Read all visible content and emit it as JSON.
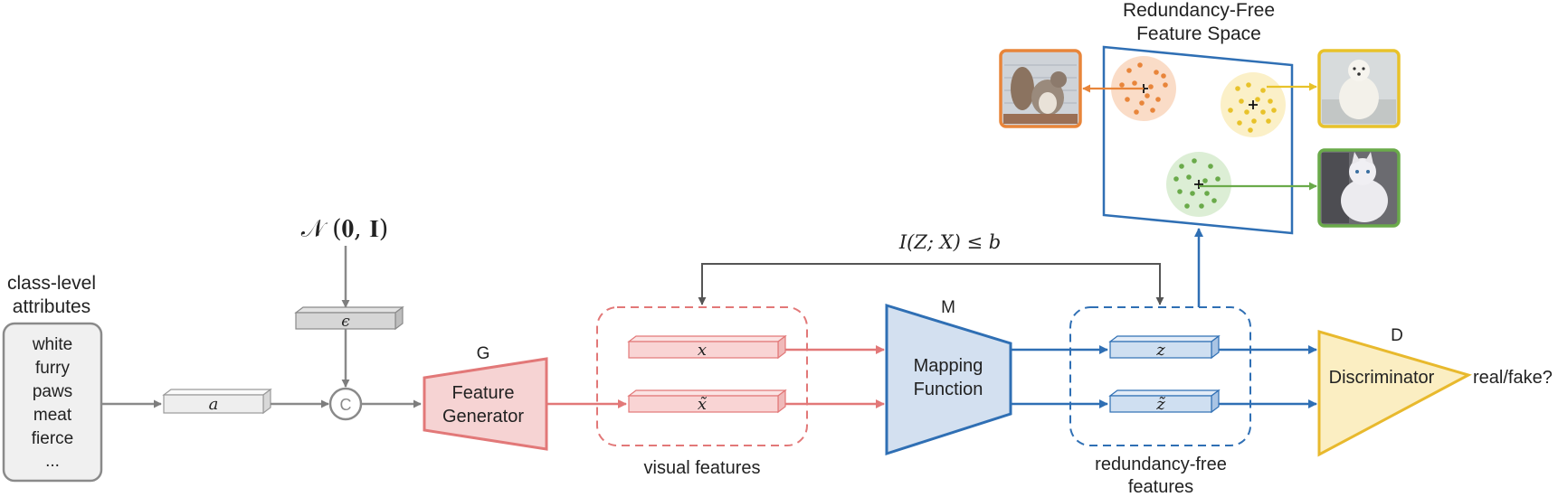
{
  "attributes": {
    "title_line1": "class-level",
    "title_line2": "attributes",
    "items": [
      "white",
      "furry",
      "paws",
      "meat",
      "fierce",
      "..."
    ]
  },
  "vector_a": "a",
  "noise": {
    "distribution": "𝒩 (𝟎, 𝐈)",
    "epsilon": "ϵ"
  },
  "concat_symbol": "C",
  "generator": {
    "letter": "G",
    "line1": "Feature",
    "line2": "Generator"
  },
  "visual_features": {
    "x": "x",
    "x_tilde": "x̃",
    "caption": "visual features"
  },
  "mapping": {
    "letter": "M",
    "line1": "Mapping",
    "line2": "Function"
  },
  "bottleneck_label": "I(Z; X) ≤ b",
  "redundancy_free": {
    "z": "z",
    "z_tilde": "z̃",
    "caption_line1": "redundancy-free",
    "caption_line2": "features"
  },
  "feature_space": {
    "title_line1": "Redundancy-Free",
    "title_line2": "Feature Space"
  },
  "discriminator": {
    "letter": "D",
    "label": "Discriminator",
    "output": "real/fake?"
  },
  "class_images": [
    "squirrel-image",
    "polar-bear-image",
    "cat-image"
  ],
  "colors": {
    "gray_arrow": "#8a8a8a",
    "generator_fill": "#f6d3d3",
    "generator_stroke": "#e27878",
    "mapping_fill": "#d3e0f0",
    "mapping_stroke": "#2f6fb4",
    "discriminator_fill": "#fbeec2",
    "discriminator_stroke": "#e8b92d",
    "orange": "#e8853a",
    "yellow": "#e8c22a",
    "green": "#6aaa4a"
  }
}
